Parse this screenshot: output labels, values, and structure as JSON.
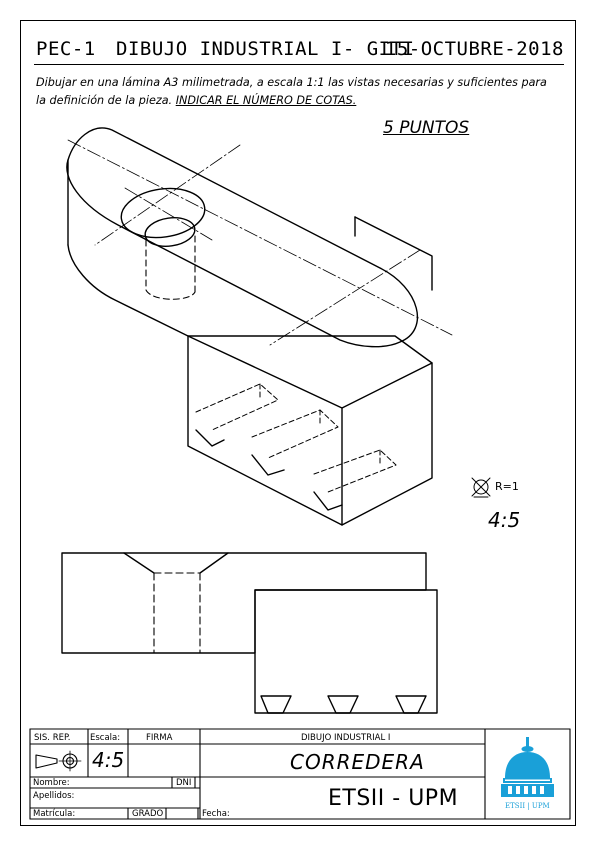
{
  "header": {
    "code": "PEC-1",
    "subject": "DIBUJO INDUSTRIAL I- GITI",
    "date": "15-OCTUBRE-2018"
  },
  "instructions": {
    "line1": "Dibujar en una lámina A3 milimetrada, a escala 1:1 las vistas necesarias y suficientes para",
    "line2_start": "la definición de la pieza. ",
    "line2_underlined": "INDICAR EL NÚMERO DE COTAS."
  },
  "points_label": "5 PUNTOS",
  "annotation": {
    "radius_label": "R=1",
    "scale_value": "4:5"
  },
  "title_block": {
    "sis_rep_label": "SIS. REP.",
    "escala_label": "Escala:",
    "firma_label": "FIRMA",
    "escala_value": "4:5",
    "course": "DIBUJO INDUSTRIAL I",
    "part_name": "CORREDERA",
    "nombre_label": "Nombre:",
    "dni_label": "DNI",
    "apellidos_label": "Apellidos:",
    "matricula_label": "Matrícula:",
    "grado_label": "GRADO",
    "fecha_label": "Fecha:",
    "school": "ETSII - UPM",
    "logo_text": "ETSII | UPM"
  },
  "colors": {
    "logo_blue": "#1aa0d8",
    "ink": "#000000"
  }
}
